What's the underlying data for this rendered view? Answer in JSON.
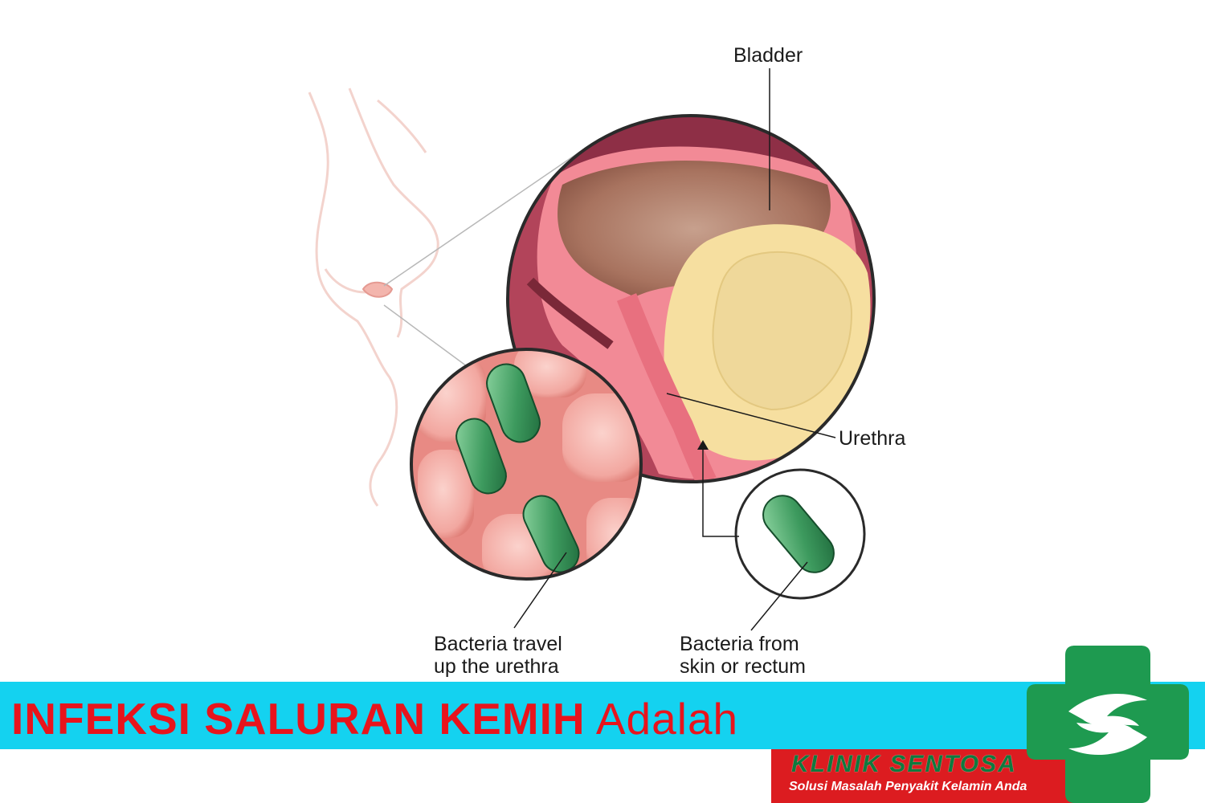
{
  "labels": {
    "bladder": "Bladder",
    "urethra": "Urethra",
    "bacteria_travel": [
      "Bacteria travel",
      "up the urethra"
    ],
    "bacteria_source": [
      "Bacteria from",
      "skin or rectum"
    ]
  },
  "banner": {
    "headline_bold": "INFEKSI SALURAN KEMIH",
    "headline_regular": "Adalah",
    "background": "#14d2f0",
    "text_color": "#e8141c"
  },
  "clinic": {
    "name": "KLINIK SENTOSA",
    "tagline": "Solusi Masalah Penyakit Kelamin Anda",
    "logo_icon": "green-cross-hands-icon",
    "brand_green": "#1e9a50",
    "brand_red": "#dc1c20"
  }
}
